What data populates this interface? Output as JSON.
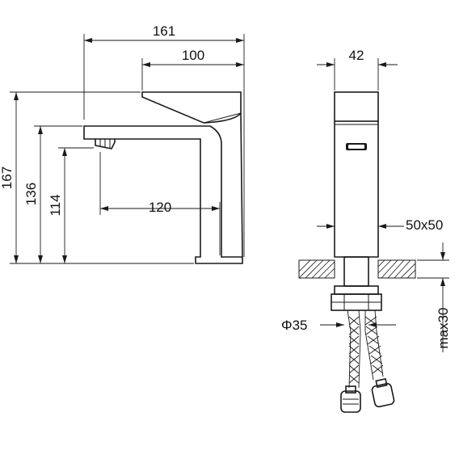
{
  "dimensions": {
    "overall_depth": "161",
    "handle_length": "100",
    "overall_height": "167",
    "spout_top_height": "136",
    "spout_outlet_height": "114",
    "spout_reach": "120",
    "front_width": "42",
    "body_section": "50x50",
    "hole_diameter": "Φ35",
    "max_deck_thickness": "max30"
  },
  "colors": {
    "line": "#1a1a1a",
    "background": "#ffffff"
  }
}
